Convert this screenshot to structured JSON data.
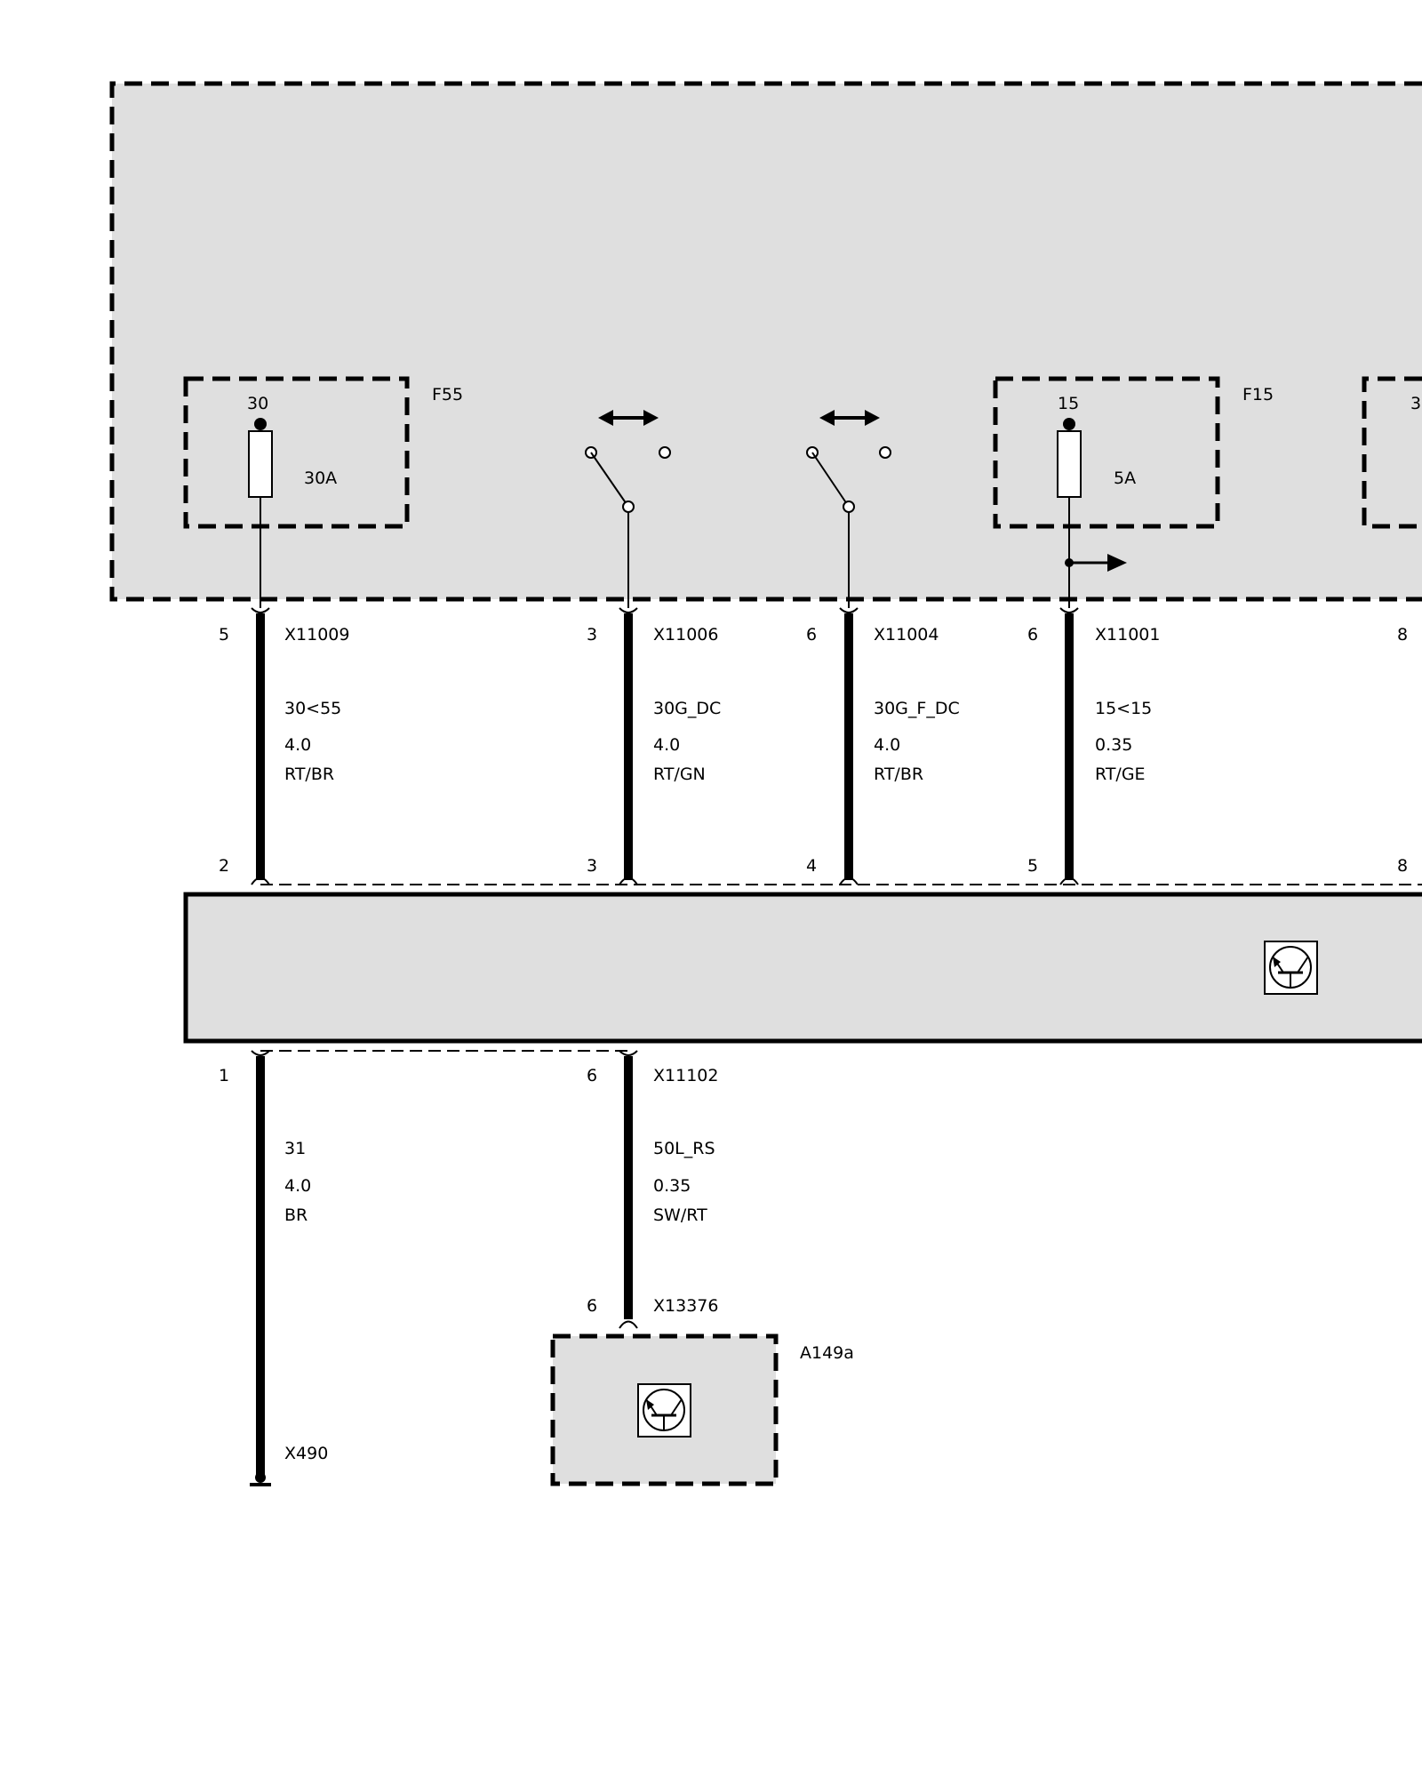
{
  "top_module": {
    "fuses": [
      {
        "name": "F55",
        "terminal": "30",
        "rating": "30A"
      },
      {
        "name": "F15",
        "terminal": "15",
        "rating": "5A"
      }
    ],
    "partial_terminal": "3"
  },
  "upper_wires": [
    {
      "pin_top": "5",
      "connector": "X11009",
      "signal": "30<55",
      "gauge": "4.0",
      "color": "RT/BR",
      "pin_bottom": "2"
    },
    {
      "pin_top": "3",
      "connector": "X11006",
      "signal": "30G_DC",
      "gauge": "4.0",
      "color": "RT/GN",
      "pin_bottom": "3"
    },
    {
      "pin_top": "6",
      "connector": "X11004",
      "signal": "30G_F_DC",
      "gauge": "4.0",
      "color": "RT/BR",
      "pin_bottom": "4"
    },
    {
      "pin_top": "6",
      "connector": "X11001",
      "signal": "15<15",
      "gauge": "0.35",
      "color": "RT/GE",
      "pin_bottom": "5"
    }
  ],
  "partial_pins": {
    "top": "8",
    "bottom": "8"
  },
  "lower_wires": [
    {
      "pin": "1",
      "signal": "31",
      "gauge": "4.0",
      "color": "BR",
      "ground": "X490"
    },
    {
      "pin": "6",
      "connector": "X11102",
      "signal": "50L_RS",
      "gauge": "0.35",
      "color": "SW/RT",
      "end_pin": "6",
      "end_connector": "X13376"
    }
  ],
  "component": {
    "name": "A149a",
    "icon": "transistor-icon"
  },
  "colors": {
    "module_fill": "#dfdfdf",
    "line": "#000000",
    "background": "#ffffff"
  }
}
